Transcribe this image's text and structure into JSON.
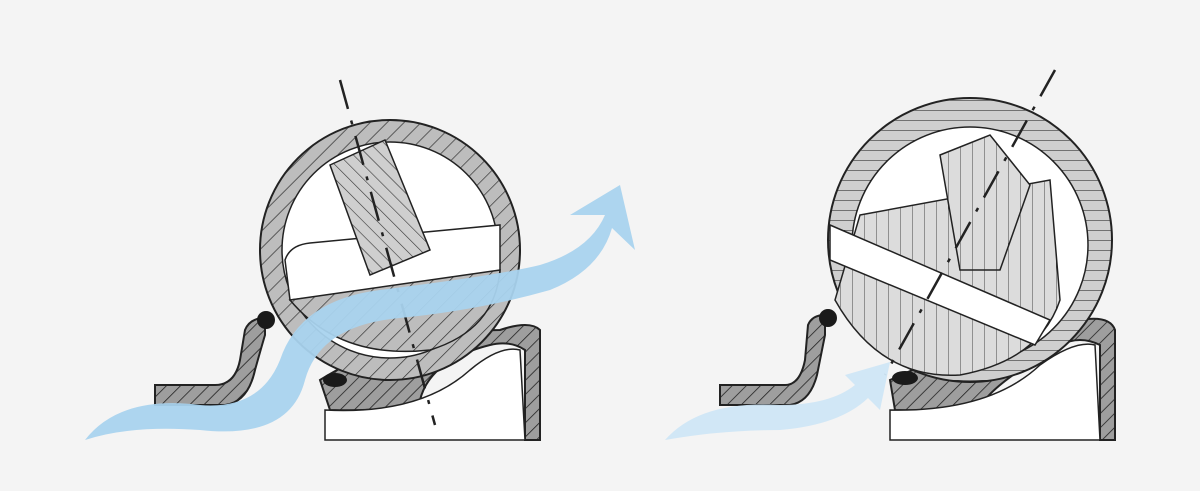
{
  "colors": {
    "background": "#f4f4f4",
    "hatch_fill": "#b8b8b8",
    "line": "#222222",
    "flow": "#a9d3ee",
    "flow_light": "#cfe6f6",
    "seal": "#1a1a1a",
    "white": "#ffffff"
  },
  "diagrams": [
    {
      "state": "open",
      "flow": "full"
    },
    {
      "state": "closed",
      "flow": "blocked"
    }
  ]
}
